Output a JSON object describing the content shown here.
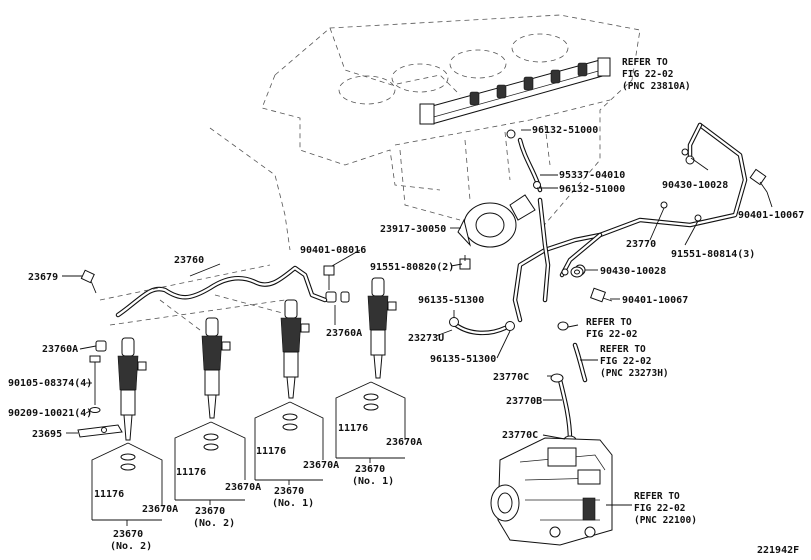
{
  "diagram": {
    "id_code": "221942F",
    "refer_notes": [
      {
        "id": "refer-23810a",
        "lines": [
          "REFER TO",
          "FIG 22-02",
          "(PNC 23810A)"
        ]
      },
      {
        "id": "refer-fig2202-a",
        "lines": [
          "REFER TO",
          "FIG 22-02"
        ]
      },
      {
        "id": "refer-23273h",
        "lines": [
          "REFER TO",
          "FIG 22-02",
          "(PNC 23273H)"
        ]
      },
      {
        "id": "refer-22100",
        "lines": [
          "REFER TO",
          "FIG 22-02",
          "(PNC 22100)"
        ]
      }
    ],
    "labels": {
      "p96132_51000_top": "96132-51000",
      "p95337_04010": "95337-04010",
      "p96132_51000_bot": "96132-51000",
      "p90430_10028_top": "90430-10028",
      "p90401_10067_right": "90401-10067",
      "p23917_30050": "23917-30050",
      "p23770": "23770",
      "p91551_80814": "91551-80814(3)",
      "p90401_08016": "90401-08016",
      "p23760": "23760",
      "p23679": "23679",
      "p91551_80820": "91551-80820(2)",
      "p90430_10028_mid": "90430-10028",
      "p90401_10067_mid": "90401-10067",
      "p96135_51300_top": "96135-51300",
      "p23760a_right": "23760A",
      "p23273u": "23273U",
      "p96135_51300_bot": "96135-51300",
      "p23760a_left": "23760A",
      "p23770c_top": "23770C",
      "p90105_08374": "90105-08374(4)",
      "p90209_10021": "90209-10021(4)",
      "p23770b": "23770B",
      "p23695": "23695",
      "p23770c_bot": "23770C"
    },
    "injectors": [
      {
        "seal": "11176",
        "gasket": "23670A",
        "assy": "23670",
        "no": "(No. 2)"
      },
      {
        "seal": "11176",
        "gasket": "23670A",
        "assy": "23670",
        "no": "(No. 2)"
      },
      {
        "seal": "11176",
        "gasket": "23670A",
        "assy": "23670",
        "no": "(No. 1)"
      },
      {
        "seal": "11176",
        "gasket": "23670A",
        "assy": "23670",
        "no": "(No. 1)"
      }
    ]
  }
}
